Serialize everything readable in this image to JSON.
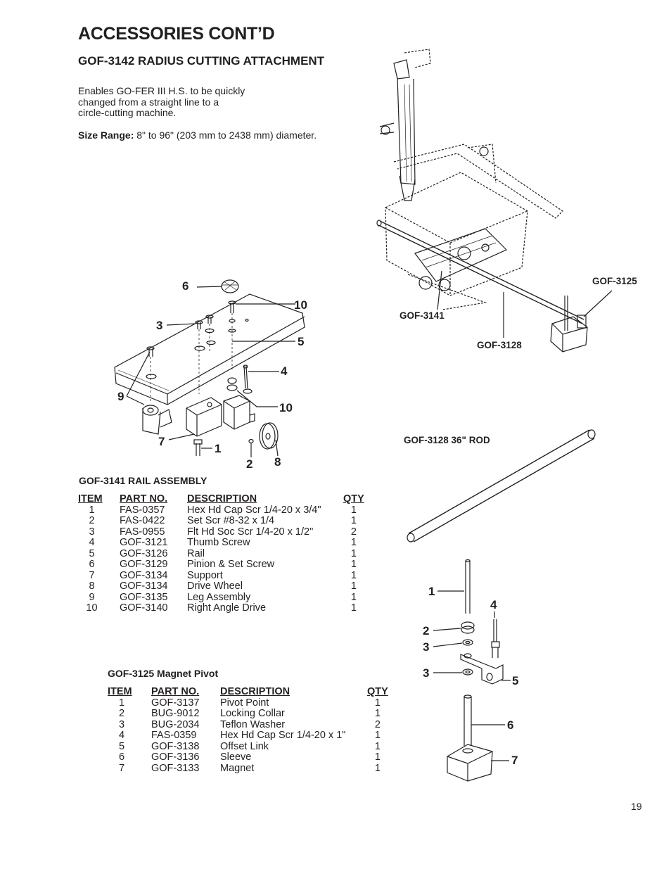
{
  "header": {
    "title": "ACCESSORIES CONT’D",
    "subtitle": "GOF-3142 RADIUS CUTTING ATTACHMENT"
  },
  "intro": {
    "line1": "Enables GO-FER III H.S. to be quickly",
    "line2": "changed from a straight line to a",
    "line3": "circle-cutting machine.",
    "size_label": "Size Range:",
    "size_value": " 8\" to 96\" (203 mm to 2438 mm) diameter."
  },
  "figure_labels": {
    "gof3125": "GOF-3125",
    "gof3141": "GOF-3141",
    "gof3128": "GOF-3128",
    "rod_title": "GOF-3128 36\" ROD"
  },
  "rail_callouts": {
    "c6": "6",
    "c10a": "10",
    "c3": "3",
    "c5": "5",
    "c4": "4",
    "c9": "9",
    "c10b": "10",
    "c7": "7",
    "c1": "1",
    "c2": "2",
    "c8": "8"
  },
  "pivot_callouts": {
    "c1": "1",
    "c4": "4",
    "c2": "2",
    "c3a": "3",
    "c3b": "3",
    "c5": "5",
    "c6": "6",
    "c7": "7"
  },
  "rail_assembly": {
    "title": "GOF-3141 RAIL ASSEMBLY",
    "headers": {
      "item": "ITEM",
      "part": "PART NO.",
      "desc": "DESCRIPTION",
      "qty": "QTY"
    },
    "rows": [
      {
        "item": "1",
        "part": "FAS-0357",
        "desc": "Hex Hd Cap Scr 1/4-20 x 3/4\"",
        "qty": "1"
      },
      {
        "item": "2",
        "part": "FAS-0422",
        "desc": "Set Scr #8-32 x 1/4",
        "qty": "1"
      },
      {
        "item": "3",
        "part": "FAS-0955",
        "desc": "Flt Hd Soc Scr 1/4-20 x 1/2\"",
        "qty": "2"
      },
      {
        "item": "4",
        "part": "GOF-3121",
        "desc": "Thumb Screw",
        "qty": "1"
      },
      {
        "item": "5",
        "part": "GOF-3126",
        "desc": "Rail",
        "qty": "1"
      },
      {
        "item": "6",
        "part": "GOF-3129",
        "desc": "Pinion & Set Screw",
        "qty": "1"
      },
      {
        "item": "7",
        "part": "GOF-3134",
        "desc": "Support",
        "qty": "1"
      },
      {
        "item": "8",
        "part": "GOF-3134",
        "desc": "Drive Wheel",
        "qty": "1"
      },
      {
        "item": "9",
        "part": "GOF-3135",
        "desc": "Leg Assembly",
        "qty": "1"
      },
      {
        "item": "10",
        "part": "GOF-3140",
        "desc": "Right Angle Drive",
        "qty": "1"
      }
    ]
  },
  "magnet_pivot": {
    "title": "GOF-3125 Magnet Pivot",
    "headers": {
      "item": "ITEM",
      "part": "PART NO.",
      "desc": "DESCRIPTION",
      "qty": "QTY"
    },
    "rows": [
      {
        "item": "1",
        "part": "GOF-3137",
        "desc": "Pivot Point",
        "qty": "1"
      },
      {
        "item": "2",
        "part": "BUG-9012",
        "desc": "Locking Collar",
        "qty": "1"
      },
      {
        "item": "3",
        "part": "BUG-2034",
        "desc": "Teflon Washer",
        "qty": "2"
      },
      {
        "item": "4",
        "part": "FAS-0359",
        "desc": "Hex Hd Cap Scr 1/4-20 x 1\"",
        "qty": "1"
      },
      {
        "item": "5",
        "part": "GOF-3138",
        "desc": "Offset Link",
        "qty": "1"
      },
      {
        "item": "6",
        "part": "GOF-3136",
        "desc": "Sleeve",
        "qty": "1"
      },
      {
        "item": "7",
        "part": "GOF-3133",
        "desc": "Magnet",
        "qty": "1"
      }
    ]
  },
  "page_number": "19"
}
